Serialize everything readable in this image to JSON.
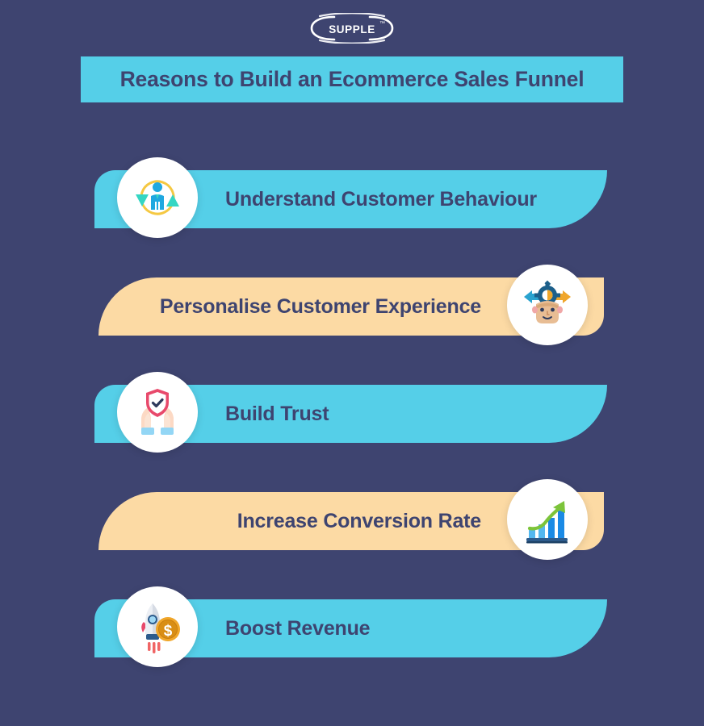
{
  "brand": {
    "logo_text": "SUPPLE",
    "logo_tm": "™",
    "logo_icon": "swoosh-ellipse-icon"
  },
  "colors": {
    "background": "#3e4470",
    "cyan": "#55cfe8",
    "peach": "#fcdaa4",
    "text_dark": "#3e4470",
    "white": "#ffffff"
  },
  "header": {
    "title": "Reasons to Build an Ecommerce Sales Funnel"
  },
  "rows": [
    {
      "label": "Understand Customer Behaviour",
      "banner_color": "#55cfe8",
      "icon_side": "left",
      "icon_name": "customer-behaviour-icon"
    },
    {
      "label": "Personalise Customer Experience",
      "banner_color": "#fcdaa4",
      "icon_side": "right",
      "icon_name": "head-gear-icon"
    },
    {
      "label": "Build Trust",
      "banner_color": "#55cfe8",
      "icon_side": "left",
      "icon_name": "shield-hands-icon"
    },
    {
      "label": "Increase Conversion Rate",
      "banner_color": "#fcdaa4",
      "icon_side": "right",
      "icon_name": "growth-chart-icon"
    },
    {
      "label": "Boost Revenue",
      "banner_color": "#55cfe8",
      "icon_side": "left",
      "icon_name": "rocket-coin-icon"
    }
  ]
}
